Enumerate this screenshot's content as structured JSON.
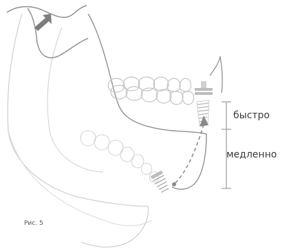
{
  "labels": {
    "fast": "быстро",
    "slow": "медленно",
    "figure": "Рис. 5"
  },
  "colors": {
    "skull_outline": "#9a9a9a",
    "lower_jaw_ghost": "#cfcfcf",
    "teeth_outline": "#c8c8c8",
    "arrow": "#7d7d7d",
    "scale_bar": "#a8a8a8",
    "text": "#3a3a3a"
  },
  "icons": [
    "arrow-up-left-icon",
    "implant-icon",
    "dashed-path-arrow-icon"
  ]
}
